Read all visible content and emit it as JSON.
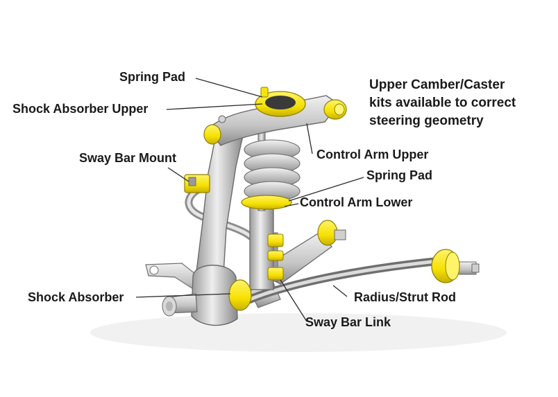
{
  "labels": {
    "spring_pad_upper": "Spring Pad",
    "shock_absorber_upper": "Shock Absorber Upper",
    "sway_bar_mount": "Sway Bar Mount",
    "control_arm_upper": "Control Arm Upper",
    "spring_pad_lower": "Spring Pad",
    "control_arm_lower": "Control Arm Lower",
    "shock_absorber": "Shock Absorber",
    "radius_strut_rod": "Radius/Strut Rod",
    "sway_bar_link": "Sway Bar Link"
  },
  "note": {
    "line1": "Upper Camber/Caster",
    "line2": "kits available to correct",
    "line3": "steering geometry"
  },
  "colors": {
    "bushing": "#f6e500",
    "metal_light": "#e4e4e4",
    "metal_mid": "#b8b8b8",
    "metal_dark": "#7a7a7a",
    "text": "#1a1a1a"
  }
}
